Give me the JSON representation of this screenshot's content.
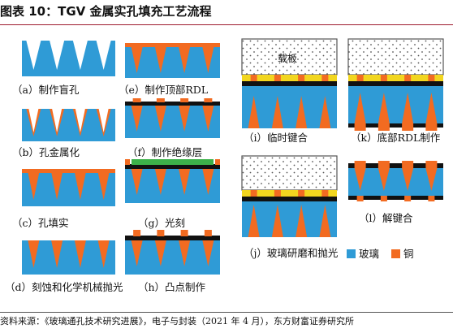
{
  "header": {
    "title": "图表 10：TGV 金属实孔填充工艺流程"
  },
  "colors": {
    "glass": "#2f9bd6",
    "copper": "#f26b21",
    "carrier_border": "#555555",
    "carrier_fill": "#ffffff",
    "bond_layer": "#f2d61f",
    "passivation": "#3db14a",
    "photoresist": "#111111"
  },
  "steps": [
    {
      "id": "a",
      "label": "（a）制作盲孔"
    },
    {
      "id": "b",
      "label": "（b）孔金属化"
    },
    {
      "id": "c",
      "label": "（c）孔填实"
    },
    {
      "id": "d",
      "label": "（d）刻蚀和化学机械抛光"
    },
    {
      "id": "e",
      "label": "（e）制作顶部RDL"
    },
    {
      "id": "f",
      "label": "（f）制作绝缘层"
    },
    {
      "id": "g",
      "label": "（g）光刻"
    },
    {
      "id": "h",
      "label": "（h）凸点制作"
    },
    {
      "id": "i",
      "label": "（i）临时键合",
      "carrier_label": "载板"
    },
    {
      "id": "j",
      "label": "（j）玻璃研磨和抛光"
    },
    {
      "id": "k",
      "label": "（k）底部RDL制作"
    },
    {
      "id": "l",
      "label": "（l）解键合"
    }
  ],
  "legend": [
    {
      "label": "玻璃",
      "color_key": "glass"
    },
    {
      "label": "铜",
      "color_key": "copper"
    }
  ],
  "footer": {
    "source": "资料来源：《玻璃通孔技术研究进展》，电子与封装（2021 年 4 月），东方财富证券研究所"
  }
}
